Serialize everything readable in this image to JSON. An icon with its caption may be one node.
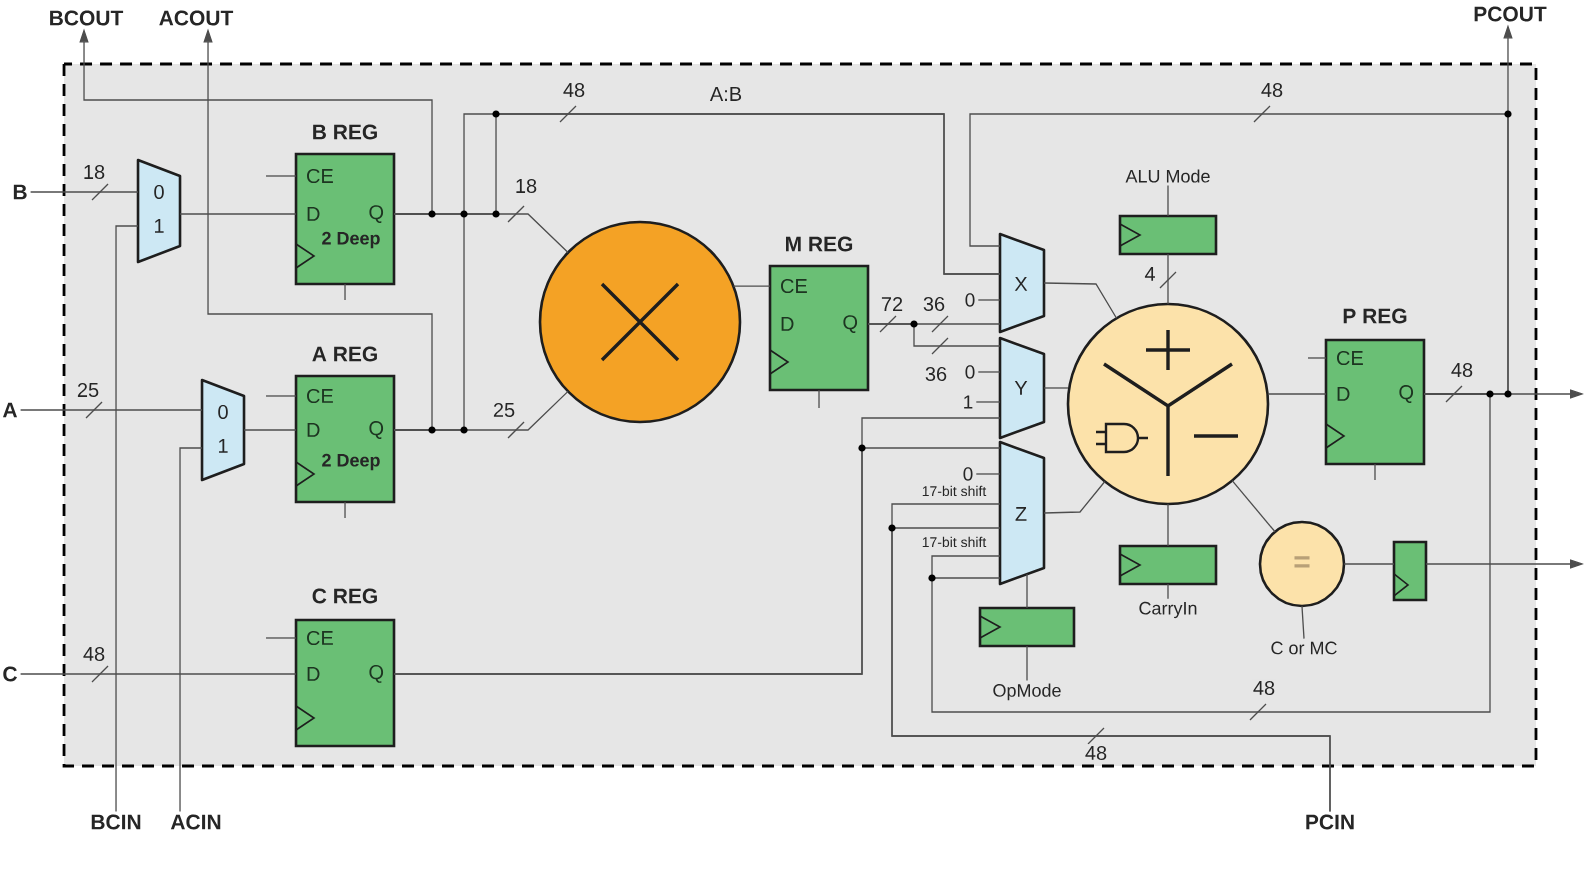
{
  "diagram": {
    "nodes": [
      {
        "text": [
          "BCOUT"
        ]
      },
      {
        "text": [
          "ACOUT"
        ]
      },
      {
        "text": [
          "PCOUT"
        ]
      },
      {
        "text": [
          "B"
        ]
      },
      {
        "text": [
          "A"
        ]
      },
      {
        "text": [
          "C"
        ]
      },
      {
        "text": [
          "0",
          "1"
        ]
      },
      {
        "text": [
          "0",
          "1"
        ]
      },
      {
        "text": [
          "B REG",
          "CE",
          "D",
          "Q",
          "2 Deep"
        ]
      },
      {
        "text": [
          "A REG",
          "CE",
          "D",
          "Q",
          "2 Deep"
        ]
      },
      {
        "text": [
          "C REG",
          "CE",
          "D",
          "Q"
        ]
      },
      {
        "text": [],
        "shape": "circle"
      },
      {
        "text": [
          "M REG",
          "CE",
          "D",
          "Q"
        ]
      },
      {
        "text": [
          "X"
        ]
      },
      {
        "text": [
          "Y"
        ]
      },
      {
        "text": [
          "Z"
        ]
      },
      {
        "text": [
          "0"
        ]
      },
      {
        "text": [
          "0"
        ]
      },
      {
        "text": [
          "1"
        ]
      },
      {
        "text": [
          "0"
        ]
      },
      {
        "text": [],
        "shape": "circle"
      },
      {
        "text": [
          "ALU Mode"
        ]
      },
      {
        "text": [],
        "shape": "box"
      },
      {
        "text": [
          "P REG",
          "CE",
          "D",
          "Q"
        ]
      },
      {
        "text": [],
        "shape": "box"
      },
      {
        "text": [
          "CarryIn"
        ]
      },
      {
        "text": [
          "="
        ]
      },
      {
        "text": [
          "C or MC"
        ]
      },
      {
        "text": [],
        "shape": "box"
      },
      {
        "text": [],
        "shape": "box"
      },
      {
        "text": [
          "OpMode"
        ]
      },
      {
        "text": [
          "BCIN"
        ]
      },
      {
        "text": [
          "ACIN"
        ]
      },
      {
        "text": [
          "PCIN"
        ]
      }
    ],
    "edges": [
      {
        "from": 3,
        "to": 6,
        "arrow": "none",
        "label": "18"
      },
      {
        "from": 31,
        "to": 6,
        "arrow": "none"
      },
      {
        "from": 6,
        "to": 8,
        "arrow": "none"
      },
      {
        "from": 4,
        "to": 7,
        "arrow": "none",
        "label": "25"
      },
      {
        "from": 32,
        "to": 7,
        "arrow": "none"
      },
      {
        "from": 7,
        "to": 9,
        "arrow": "none"
      },
      {
        "from": 5,
        "to": 10,
        "arrow": "none",
        "label": "48"
      },
      {
        "from": 8,
        "to": 0,
        "arrow": "to"
      },
      {
        "from": 9,
        "to": 1,
        "arrow": "to"
      },
      {
        "from": 8,
        "to": 11,
        "arrow": "none",
        "label": "18"
      },
      {
        "from": 9,
        "to": 11,
        "arrow": "none",
        "label": "25"
      },
      {
        "from": 8,
        "to": 13,
        "arrow": "none",
        "label": "A:B"
      },
      {
        "from": 9,
        "to": 13,
        "arrow": "none",
        "label": "48"
      },
      {
        "from": 11,
        "to": 12,
        "arrow": "none"
      },
      {
        "from": 12,
        "to": 13,
        "arrow": "none",
        "label": "36"
      },
      {
        "from": 12,
        "to": 14,
        "arrow": "none",
        "label": "36"
      },
      {
        "from": 16,
        "to": 13,
        "arrow": "none"
      },
      {
        "from": 17,
        "to": 14,
        "arrow": "none"
      },
      {
        "from": 18,
        "to": 14,
        "arrow": "none"
      },
      {
        "from": 10,
        "to": 14,
        "arrow": "none"
      },
      {
        "from": 10,
        "to": 15,
        "arrow": "none"
      },
      {
        "from": 19,
        "to": 15,
        "arrow": "none"
      },
      {
        "from": 33,
        "to": 15,
        "arrow": "none",
        "label": "17-bit shift"
      },
      {
        "from": 33,
        "to": 15,
        "arrow": "none",
        "label": "48"
      },
      {
        "from": 23,
        "to": 15,
        "arrow": "none",
        "label": "17-bit shift"
      },
      {
        "from": 23,
        "to": 13,
        "arrow": "none",
        "label": "48"
      },
      {
        "from": 23,
        "to": 2,
        "arrow": "to"
      },
      {
        "from": 23,
        "to": null,
        "arrow": "to",
        "label": "48"
      },
      {
        "from": 13,
        "to": 20,
        "arrow": "none"
      },
      {
        "from": 14,
        "to": 20,
        "arrow": "none"
      },
      {
        "from": 15,
        "to": 20,
        "arrow": "none"
      },
      {
        "from": 21,
        "to": 22,
        "arrow": "none"
      },
      {
        "from": 22,
        "to": 20,
        "arrow": "none",
        "label": "4"
      },
      {
        "from": 20,
        "to": 23,
        "arrow": "none"
      },
      {
        "from": 24,
        "to": 20,
        "arrow": "none"
      },
      {
        "from": 25,
        "to": 24,
        "arrow": "none"
      },
      {
        "from": 20,
        "to": 26,
        "arrow": "none"
      },
      {
        "from": 27,
        "to": 26,
        "arrow": "none"
      },
      {
        "from": 26,
        "to": 28,
        "arrow": "none"
      },
      {
        "from": 28,
        "to": null,
        "arrow": "to"
      },
      {
        "from": 30,
        "to": 29,
        "arrow": "none"
      },
      {
        "from": 29,
        "to": 15,
        "arrow": "none"
      }
    ],
    "labels": [
      "72",
      "48"
    ]
  }
}
